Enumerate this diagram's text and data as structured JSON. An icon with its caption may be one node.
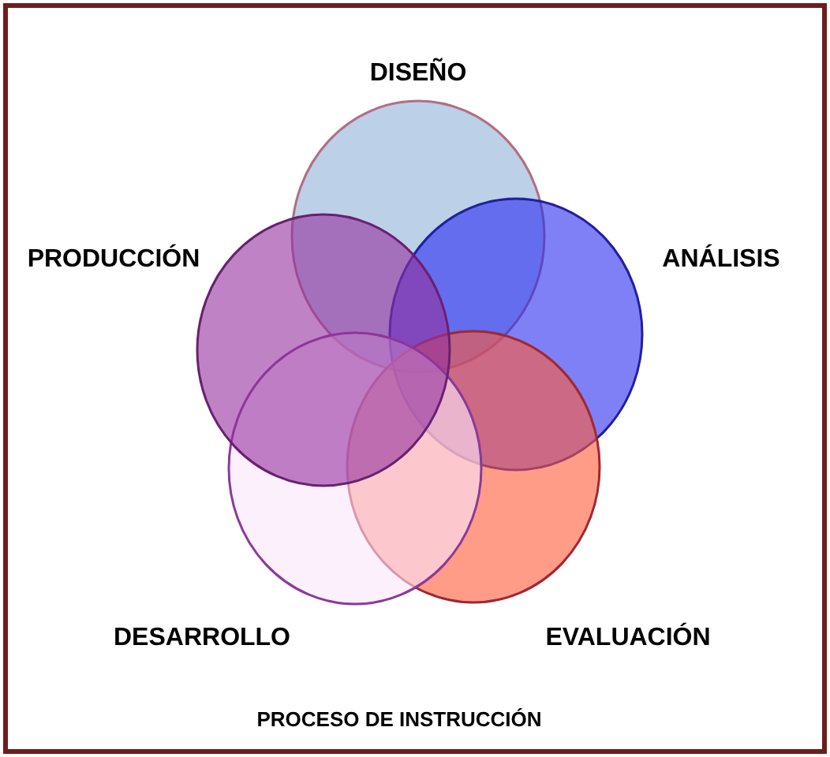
{
  "diagram": {
    "caption": "PROCESO DE INSTRUCCIÓN",
    "nodes": [
      {
        "text": [
          "DISEÑO"
        ]
      },
      {
        "text": [
          "ANÁLISIS"
        ]
      },
      {
        "text": [
          "EVALUACIÓN"
        ]
      },
      {
        "text": [
          "DESARROLLO"
        ]
      },
      {
        "text": [
          "PRODUCCIÓN"
        ]
      }
    ]
  }
}
